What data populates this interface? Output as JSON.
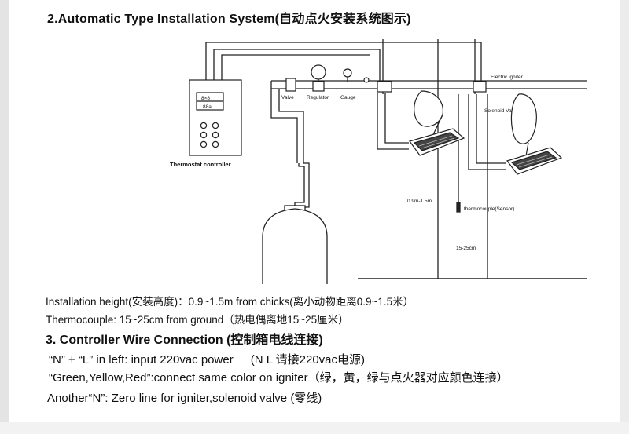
{
  "section2": {
    "title": "2.Automatic Type Installation System(自动点火安装系统图示)"
  },
  "diagram": {
    "controller_label": "Thermostat controller",
    "controller_display_top": "8×8",
    "controller_display_bottom": "88a",
    "valve_label": "Valve",
    "regulator_label": "Regulator",
    "gauge_label": "Gauge",
    "igniter_label": "Electric igniter",
    "solenoid_label": "Solenoid Valve",
    "thermocouple_label": "thermocouple(Sensor)",
    "height_label": "0.9m-1.5m",
    "ground_label": "15-25cm"
  },
  "installation": {
    "height_text": "Installation height(安装高度)：0.9~1.5m from chicks(离小动物距离0.9~1.5米）",
    "thermocouple_text": "Thermocouple: 15~25cm from ground（热电偶离地15~25厘米）"
  },
  "section3": {
    "title": "3. Controller Wire Connection (控制箱电线连接)",
    "line1_left": "“N” + “L” in left: input 220vac power",
    "line1_right": "(N L 请接220vac电源)",
    "line2": "“Green,Yellow,Red”:connect same color on igniter（绿，黄，绿与点火器对应颜色连接）",
    "line3": "Another“N”: Zero line for igniter,solenoid valve (零线)"
  }
}
